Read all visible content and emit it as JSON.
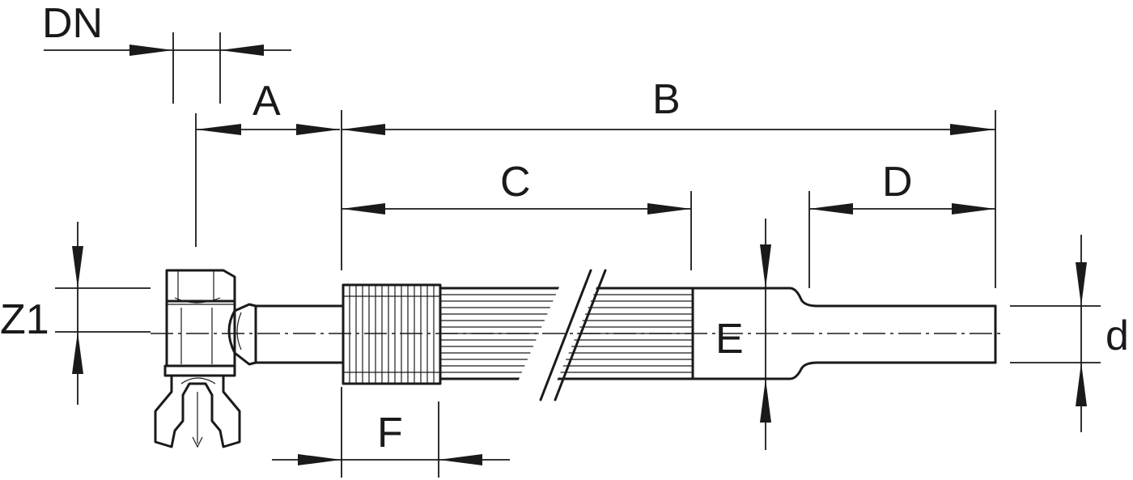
{
  "labels": {
    "dn": "DN",
    "a": "A",
    "b": "B",
    "c": "C",
    "d_upper": "D",
    "e": "E",
    "f": "F",
    "z1": "Z1",
    "d_lower": "d"
  }
}
